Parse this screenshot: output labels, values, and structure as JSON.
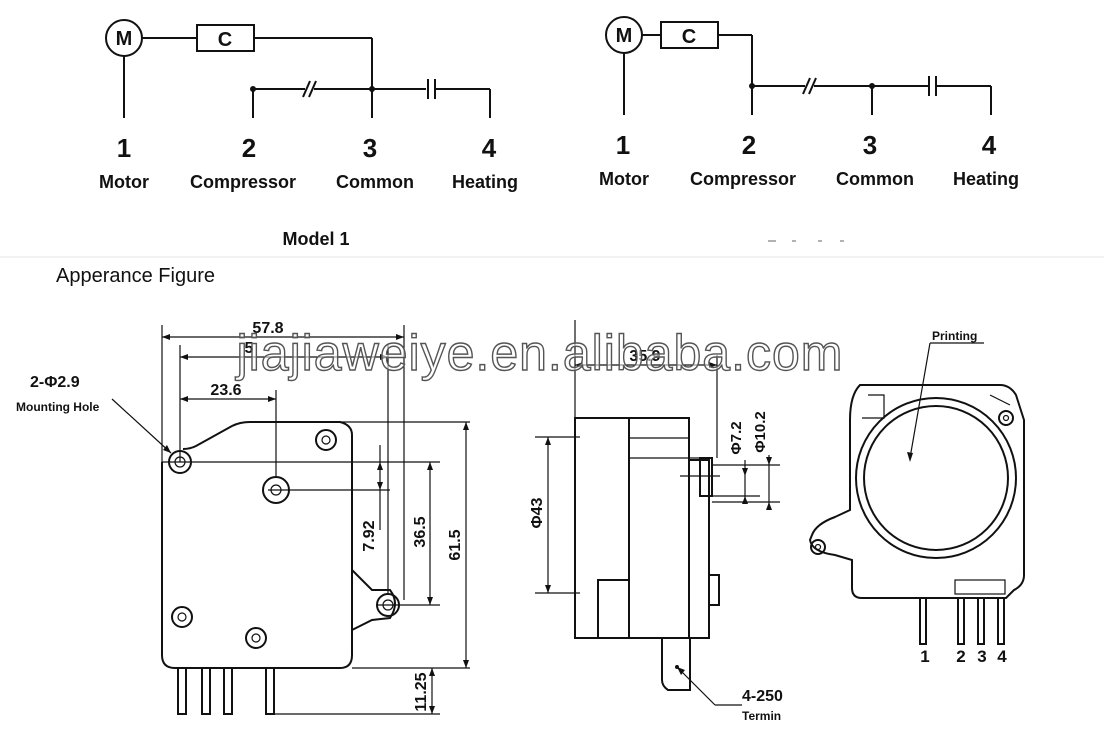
{
  "circuit_left": {
    "motor_symbol": "M",
    "capacitor_symbol": "C",
    "terminals": [
      {
        "number": "1",
        "label": "Motor"
      },
      {
        "number": "2",
        "label": "Compressor"
      },
      {
        "number": "3",
        "label": "Common"
      },
      {
        "number": "4",
        "label": "Heating"
      }
    ],
    "model_label": "Model 1"
  },
  "circuit_right": {
    "motor_symbol": "M",
    "capacitor_symbol": "C",
    "terminals": [
      {
        "number": "1",
        "label": "Motor"
      },
      {
        "number": "2",
        "label": "Compressor"
      },
      {
        "number": "3",
        "label": "Common"
      },
      {
        "number": "4",
        "label": "Heating"
      }
    ]
  },
  "section_title": "Apperance Figure",
  "watermark": "jiajiaweiye.en.alibaba.com",
  "front_view": {
    "mounting_hole_label": "2-Φ2.9",
    "mounting_hole_caption": "Mounting Hole",
    "dim_width": "57.8",
    "dim_width2": "5",
    "dim_hole_offset": "23.6",
    "dim_792": "7.92",
    "dim_365": "36.5",
    "dim_615": "61.5",
    "dim_1125": "11.25"
  },
  "side_view": {
    "dim_depth": "35.9",
    "dim_d43": "Φ43",
    "dim_d72": "Φ7.2",
    "dim_d102": "Φ10.2",
    "terminal_label": "4-250",
    "terminal_caption": "Termin"
  },
  "rear_view": {
    "printing_label": "Printing",
    "pins": [
      "1",
      "2",
      "3",
      "4"
    ]
  }
}
